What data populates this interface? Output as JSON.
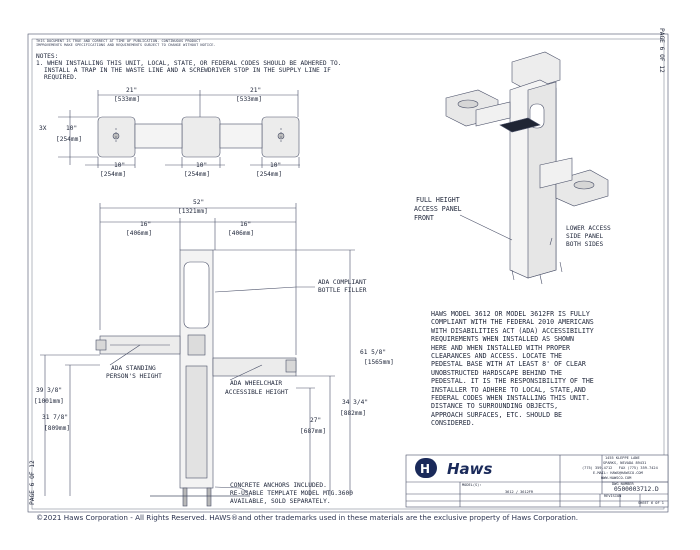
{
  "sheet": {
    "header_line1": "THIS DOCUMENT IS TRUE AND CORRECT AT TIME OF PUBLICATION. CONTINUOUS PRODUCT",
    "header_line2": "IMPROVEMENTS MAKE SPECIFICATIONS AND REQUIREMENTS SUBJECT TO CHANGE WITHOUT NOTICE.",
    "page_label": "PAGE 6 OF 12",
    "copyright": "©2021 Haws Corporation - All Rights Reserved. HAWS®and other trademarks used in these materials are the exclusive property of Haws Corporation."
  },
  "notes": {
    "title": "NOTES:",
    "line1": "1. WHEN INSTALLING THIS UNIT, LOCAL, STATE, OR FEDERAL CODES SHOULD BE ADHERED TO.",
    "line2": "INSTALL A TRAP IN THE WASTE LINE AND A SCREWDRIVER STOP IN THE SUPPLY LINE IF",
    "line3": "REQUIRED."
  },
  "top_view": {
    "dim_21_left": "21\"",
    "dim_21_left_mm": "[533mm]",
    "dim_21_right": "21\"",
    "dim_21_right_mm": "[533mm]",
    "dim_3x": "3X",
    "dim_10_side": "10\"",
    "dim_10_side_mm": "[254mm]",
    "dim_10_a": "10\"",
    "dim_10_a_mm": "[254mm]",
    "dim_10_b": "10\"",
    "dim_10_b_mm": "[254mm]",
    "dim_10_c": "10\"",
    "dim_10_c_mm": "[254mm]"
  },
  "front_view": {
    "dim_52": "52\"",
    "dim_52_mm": "[1321mm]",
    "dim_16_left": "16\"",
    "dim_16_left_mm": "[406mm]",
    "dim_16_right": "16\"",
    "dim_16_right_mm": "[406mm]",
    "ada_bottle_1": "ADA COMPLIANT",
    "ada_bottle_2": "BOTTLE FILLER",
    "dim_61": "61 5/8\"",
    "dim_61_mm": "[1565mm]",
    "dim_39": "39 3/8\"",
    "dim_39_mm": "[1001mm]",
    "dim_31": "31 7/8\"",
    "dim_31_mm": "[809mm]",
    "dim_34": "34 3/4\"",
    "dim_34_mm": "[882mm]",
    "dim_27": "27\"",
    "dim_27_mm": "[687mm]",
    "ada_standing_1": "ADA STANDING",
    "ada_standing_2": "PERSON'S HEIGHT",
    "ada_wheelchair_1": "ADA WHEELCHAIR",
    "ada_wheelchair_2": "ACCESSIBLE HEIGHT",
    "anchors_1": "CONCRETE ANCHORS INCLUDED.",
    "anchors_2": "RE-USABLE TEMPLATE MODEL MTG.3600",
    "anchors_3": "AVAILABLE, SOLD SEPARATELY."
  },
  "iso_view": {
    "full_height_1": "FULL HEIGHT",
    "full_height_2": "ACCESS PANEL",
    "full_height_3": "FRONT",
    "lower_access_1": "LOWER ACCESS",
    "lower_access_2": "SIDE PANEL",
    "lower_access_3": "BOTH SIDES"
  },
  "compliance": {
    "lines": [
      "HAWS MODEL 3612 OR MODEL 3612FR IS FULLY",
      "COMPLIANT WITH THE FEDERAL 2010 AMERICANS",
      "WITH DISABILITIES ACT (ADA) ACCESSIBILITY",
      "REQUIREMENTS WHEN INSTALLED AS SHOWN",
      "HERE AND WHEN INSTALLED WITH PROPER",
      "CLEARANCES AND ACCESS. LOCATE THE",
      "PEDESTAL BASE WITH AT LEAST 8' OF CLEAR",
      "UNOBSTRUCTED HARDSCAPE BEHIND THE",
      "PEDESTAL. IT IS THE RESPONSIBILITY OF THE",
      "INSTALLER TO ADHERE TO LOCAL, STATE,AND",
      "FEDERAL CODES WHEN INSTALLING THIS UNIT.",
      "DISTANCE TO SURROUNDING OBJECTS,",
      "APPROACH SURFACES, ETC. SHOULD BE",
      "CONSIDERED."
    ]
  },
  "title_block": {
    "address_1": "1455 KLEPPE LANE",
    "address_2": "SPARKS, NEVADA 89431",
    "address_3": "(775) 359-4712   FAX (775) 359-7424",
    "address_4": "E-MAIL: HAWS@HAWSCO.COM",
    "address_5": "WWW.HAWSCO.COM",
    "dwg_number_label": "DWG NUMBER",
    "dwg_number": "0500003712.D",
    "revision_label": "REVISION",
    "models_label": "MODEL(S):",
    "models": "3612 / 3612FR",
    "sheet_label": "SHEET 6 OF 1",
    "brand": "Haws"
  }
}
